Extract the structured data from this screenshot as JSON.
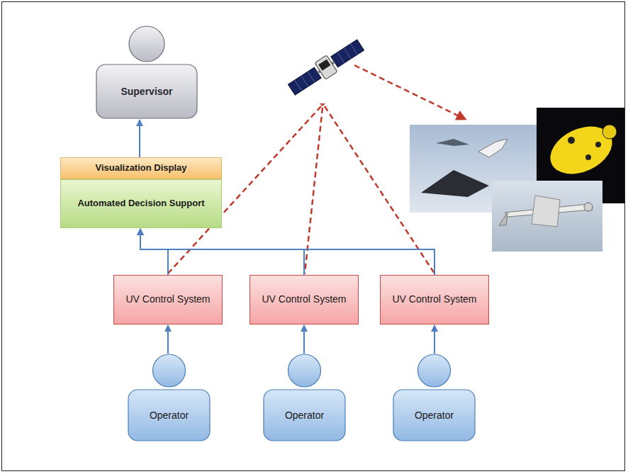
{
  "diagram": {
    "nodes": [
      {
        "text": [
          "Supervisor"
        ]
      },
      {
        "text": [
          "Visualization Display"
        ]
      },
      {
        "text": [
          "Automated Decision Support"
        ]
      },
      {
        "text": [
          "UV Control System"
        ]
      },
      {
        "text": [
          "UV Control System"
        ]
      },
      {
        "text": [
          "UV Control System"
        ]
      },
      {
        "text": [
          "Operator"
        ]
      },
      {
        "text": [
          "Operator"
        ]
      },
      {
        "text": [
          "Operator"
        ]
      }
    ],
    "edges": [
      {
        "from": 6,
        "to": 3,
        "arrow": "to"
      },
      {
        "from": 7,
        "to": 4,
        "arrow": "to"
      },
      {
        "from": 8,
        "to": 5,
        "arrow": "to"
      },
      {
        "from": 3,
        "to": 2,
        "arrow": "to"
      },
      {
        "from": 4,
        "to": 2,
        "arrow": "to"
      },
      {
        "from": 5,
        "to": 2,
        "arrow": "to"
      },
      {
        "from": 1,
        "to": 0,
        "arrow": "to"
      }
    ]
  }
}
